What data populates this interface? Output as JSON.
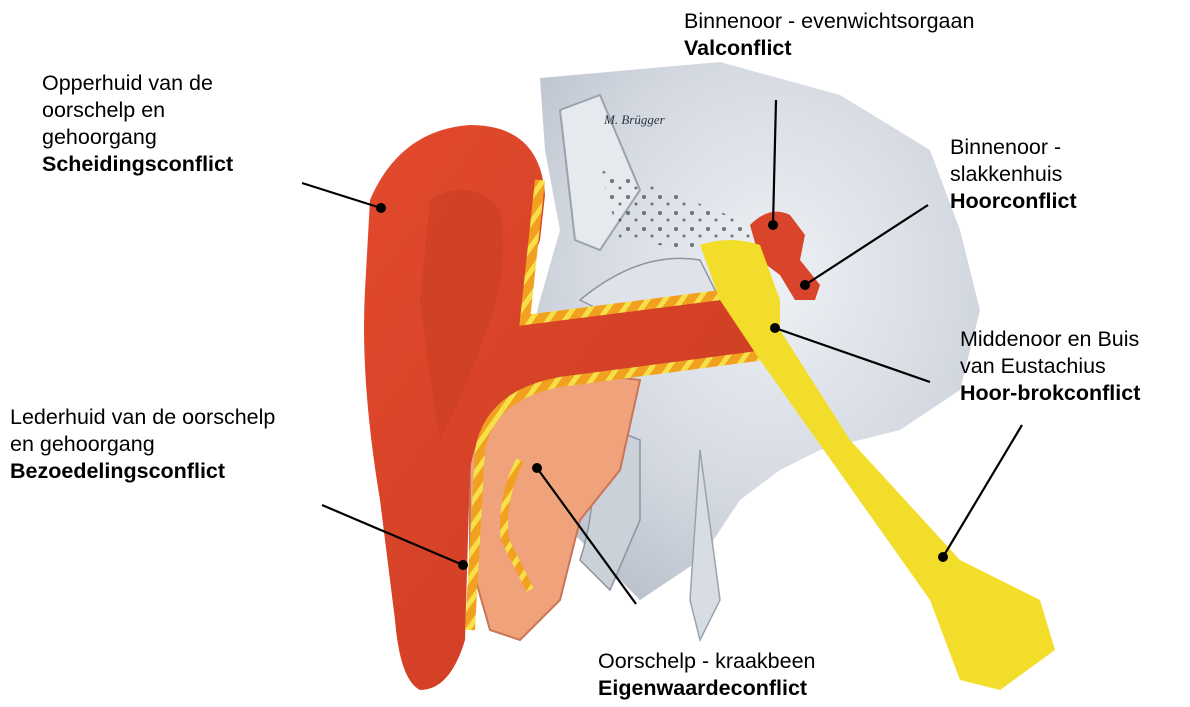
{
  "labels": {
    "epidermis": {
      "text": "Opperhuid van de\noorschelp en\ngehoorgang",
      "conflict": "Scheidingsconflict"
    },
    "vestibular": {
      "text": "Binnenoor - evenwichtsorgaan",
      "conflict": "Valconflict"
    },
    "cochlea": {
      "text": "Binnenoor -\nslakkenhuis",
      "conflict": "Hoorconflict"
    },
    "middle_ear": {
      "text": "Middenoor en Buis\nvan Eustachius",
      "conflict": "Hoor-brokconflict"
    },
    "dermis": {
      "text": "Lederhuid van de oorschelp\nen gehoorgang",
      "conflict": "Bezoedelingsconflict"
    },
    "cartilage": {
      "text": "Oorschelp - kraakbeen",
      "conflict": "Eigenwaardeconflict"
    }
  },
  "signature": "M. Brügger",
  "colors": {
    "epidermis": "#d9452a",
    "mucosa": "#f2de2a",
    "dermis": "#f2a57c",
    "bone": "#cfd5de",
    "pointer": "#000000"
  }
}
